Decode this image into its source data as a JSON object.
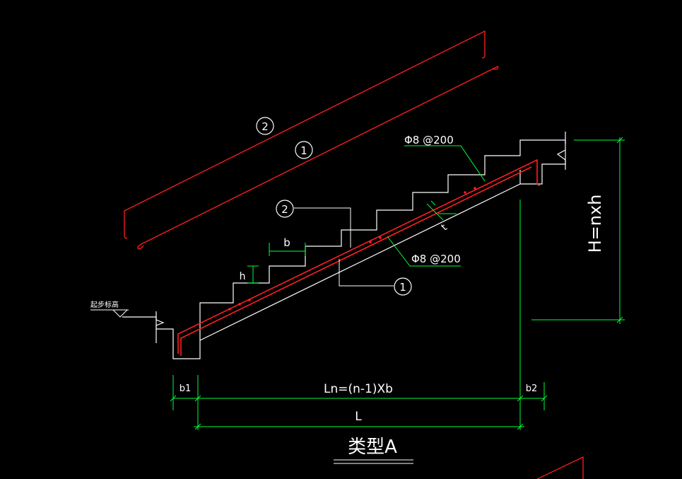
{
  "colors": {
    "background": "#000000",
    "rebar": "#ff2020",
    "concrete": "#ffffff",
    "dimension": "#00ff33",
    "text": "#ffffff"
  },
  "labels": {
    "bar2_top": "2",
    "bar1_top": "1",
    "bar2_callout": "2",
    "bar1_callout": "1",
    "rebar_spec_upper": "Φ8 @200",
    "rebar_spec_lower": "Φ8 @200",
    "dim_b": "b",
    "dim_h": "h",
    "dim_t": "t",
    "dim_b1": "b1",
    "dim_ln": "Ln=(n-1)Xb",
    "dim_b2": "b2",
    "dim_L": "L",
    "dim_H": "H=nxh",
    "start_elevation": "起步标高",
    "type_title": "类型A"
  }
}
